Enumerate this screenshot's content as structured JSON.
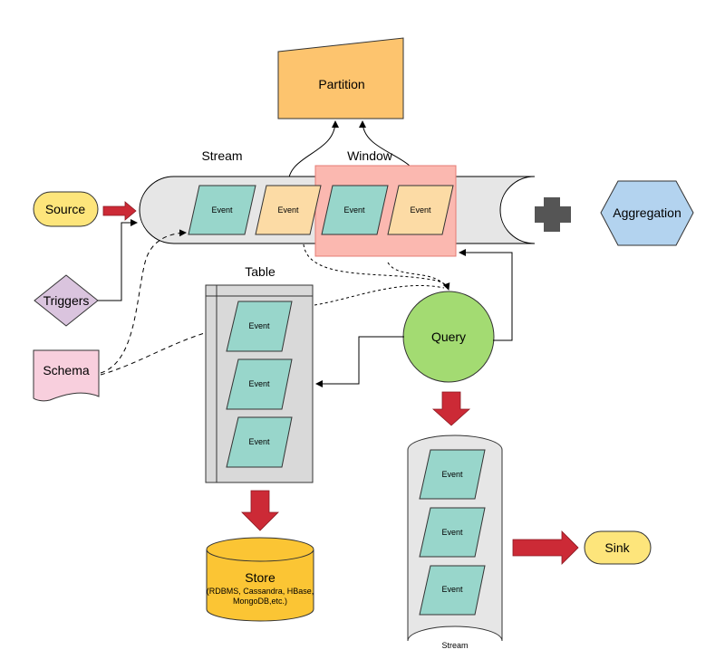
{
  "nodes": {
    "partition": "Partition",
    "stream_label": "Stream",
    "window_label": "Window",
    "source": "Source",
    "aggregation": "Aggregation",
    "triggers": "Triggers",
    "schema": "Schema",
    "table_label": "Table",
    "query": "Query",
    "store": "Store",
    "store_detail_1": "(RDBMS, Cassandra, HBase,",
    "store_detail_2": "MongoDB,etc.)",
    "output_stream_label": "Stream",
    "sink": "Sink"
  },
  "event_label": "Event",
  "colors": {
    "partition": "#fdc46e",
    "event_teal": "#98d6cb",
    "event_orange": "#fcdba5",
    "window": "#fbb8b0",
    "source": "#fde57b",
    "aggregation": "#b3d3ef",
    "triggers": "#dac4de",
    "schema": "#f8cfdd",
    "query": "#a3db72",
    "store": "#fbc534",
    "sink": "#fde57b",
    "arrow_red": "#cc2a36",
    "cross": "#555555",
    "cylinder": "#e6e6e6",
    "table": "#d9d9d9"
  }
}
